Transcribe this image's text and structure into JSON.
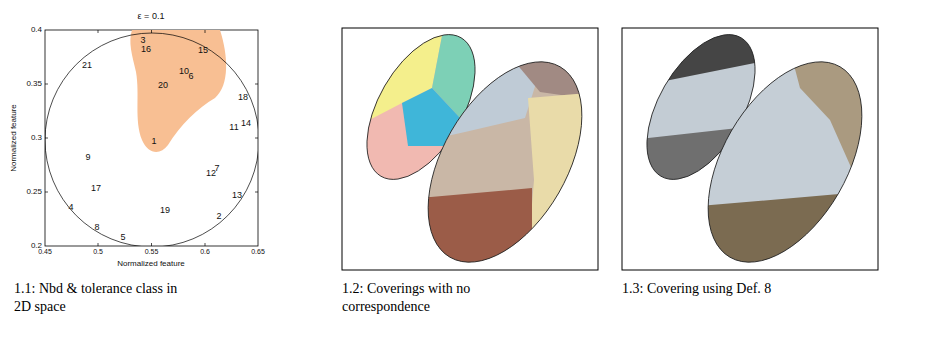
{
  "diagram": {
    "labels": [
      "ε = 0.1",
      "Normalized feature",
      "0.4",
      "0.35",
      "0.3",
      "0.25",
      "0.2",
      "Normalized feature",
      "0.45",
      "0.5",
      "0.55",
      "0.6",
      "0.65",
      "3",
      "16",
      "15",
      "21",
      "10",
      "6",
      "20",
      "18",
      "14",
      "11",
      "1",
      "9",
      "7",
      "12",
      "17",
      "13",
      "4",
      "19",
      "2",
      "8",
      "5",
      "1.1: Nbd & tolerance class in 2D space",
      "1.2: Coverings with no correspondence",
      "1.3: Covering using Def. 8"
    ]
  }
}
